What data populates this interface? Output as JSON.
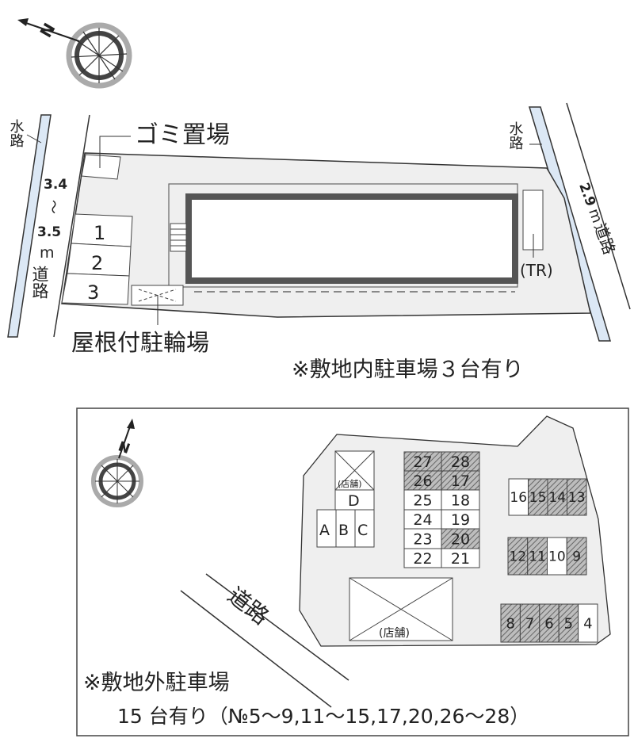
{
  "colors": {
    "site": "#efefef",
    "building_border": "#555555",
    "water": "#dce8f5",
    "hatch": "#777777",
    "line": "#333333"
  },
  "top_map": {
    "compass_label": "N",
    "waterway_left": "水路",
    "waterway_right": "水路",
    "road_left": {
      "width_from": "3.4",
      "tilde": "〜",
      "width_to": "3.5",
      "unit": "m",
      "label": "道路"
    },
    "road_right": {
      "width": "2.9",
      "unit": "m",
      "label": "道路"
    },
    "garbage_label": "ゴミ置場",
    "bicycle_label": "屋根付駐輪場",
    "transformer_label": "(TR)",
    "parking": [
      "1",
      "2",
      "3"
    ],
    "note": "※敷地内駐車場３台有り"
  },
  "bottom_map": {
    "compass_label": "N",
    "store_label_small": "(店舗)",
    "store_label_large": "(店舗)",
    "road_label": "道路",
    "letter_spaces": [
      "D",
      "A",
      "B",
      "C"
    ],
    "center_block": [
      {
        "left": "27",
        "right": "28",
        "lh": true,
        "rh": true
      },
      {
        "left": "26",
        "right": "17",
        "lh": true,
        "rh": true
      },
      {
        "left": "25",
        "right": "18",
        "lh": false,
        "rh": false
      },
      {
        "left": "24",
        "right": "19",
        "lh": false,
        "rh": false
      },
      {
        "left": "23",
        "right": "20",
        "lh": false,
        "rh": true
      },
      {
        "left": "22",
        "right": "21",
        "lh": false,
        "rh": false
      }
    ],
    "row_a": [
      {
        "n": "16",
        "h": false
      },
      {
        "n": "15",
        "h": true
      },
      {
        "n": "14",
        "h": true
      },
      {
        "n": "13",
        "h": true
      }
    ],
    "row_b": [
      {
        "n": "12",
        "h": true
      },
      {
        "n": "11",
        "h": true
      },
      {
        "n": "10",
        "h": false
      },
      {
        "n": "9",
        "h": true
      }
    ],
    "row_c": [
      {
        "n": "8",
        "h": true
      },
      {
        "n": "7",
        "h": true
      },
      {
        "n": "6",
        "h": true
      },
      {
        "n": "5",
        "h": true
      },
      {
        "n": "4",
        "h": false
      }
    ],
    "note_line1": "※敷地外駐車場",
    "note_line2": "15 台有り（№5～9,11～15,17,20,26～28）"
  }
}
